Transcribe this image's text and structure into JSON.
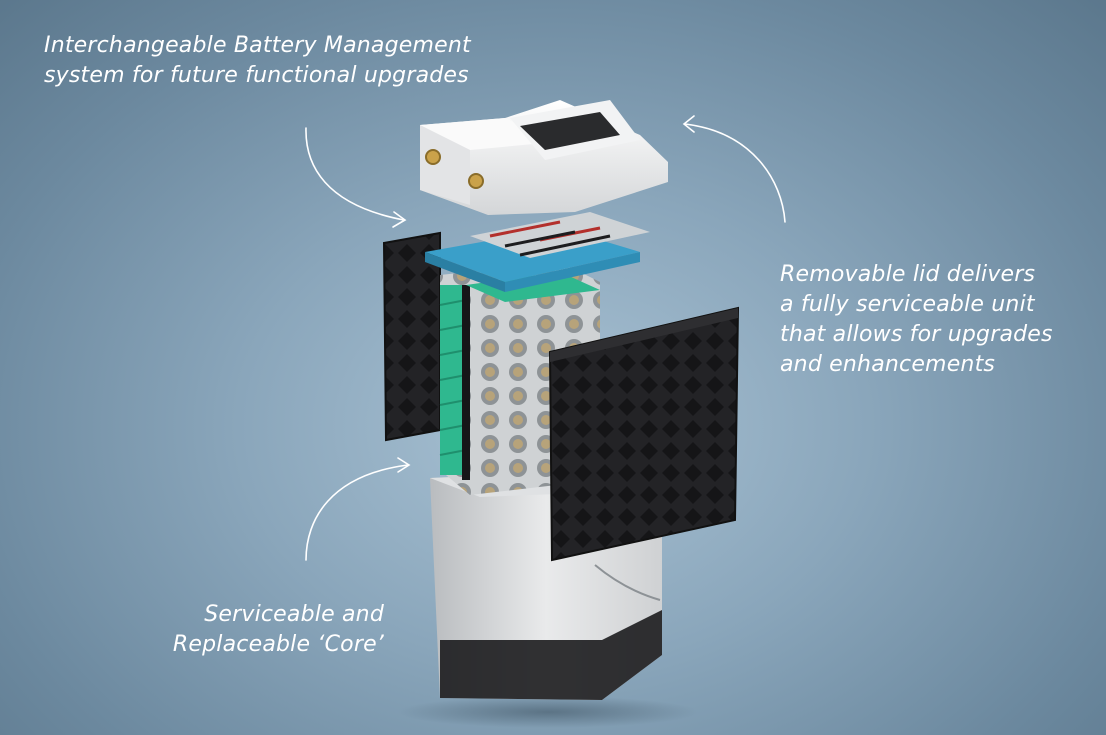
{
  "callouts": {
    "bms": {
      "lines": [
        "Interchangeable Battery Management",
        "system for future functional upgrades"
      ]
    },
    "lid": {
      "lines": [
        "Removable lid delivers",
        "a fully serviceable unit",
        "that allows for upgrades",
        "and enhancements"
      ]
    },
    "core": {
      "lines": [
        "Serviceable and",
        "Replaceable ‘Core’"
      ]
    }
  },
  "colors": {
    "text": "#ffffff",
    "cell_green": "#2fb88f",
    "bms_board_blue": "#3a9fc9",
    "frame_black": "#1d1d1f",
    "housing_white": "#eeeeee"
  }
}
